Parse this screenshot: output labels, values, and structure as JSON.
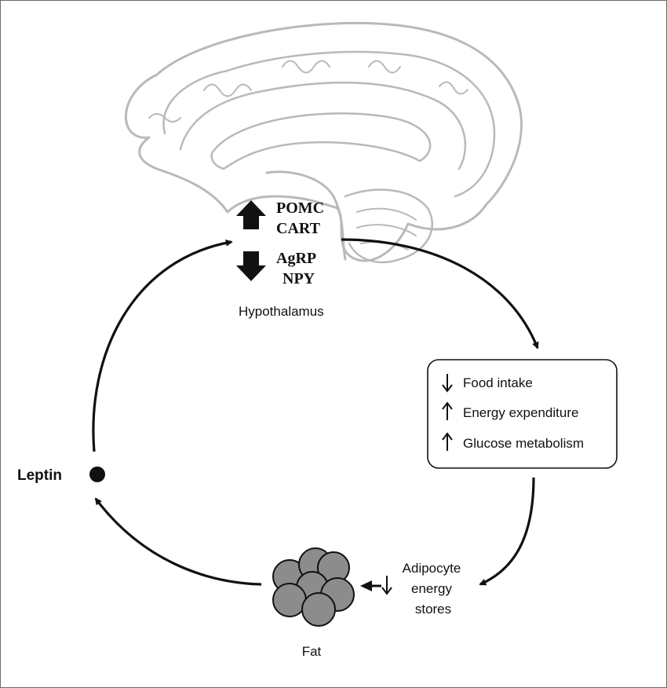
{
  "hypothalamus": {
    "label": "Hypothalamus",
    "up_markers": [
      "POMC",
      "CART"
    ],
    "down_markers": [
      "AgRP",
      "NPY"
    ]
  },
  "effects": {
    "items": [
      {
        "direction": "down",
        "text": "Food intake"
      },
      {
        "direction": "up",
        "text": "Energy expenditure"
      },
      {
        "direction": "up",
        "text": "Glucose metabolism"
      }
    ]
  },
  "adipocyte": {
    "lines": [
      "Adipocyte",
      "energy",
      "stores"
    ]
  },
  "fat": {
    "label": "Fat"
  },
  "leptin": {
    "label": "Leptin"
  },
  "colors": {
    "line": "#111111",
    "brain_outline": "#b9b9b9",
    "fat_cell": "#8c8c8c"
  }
}
